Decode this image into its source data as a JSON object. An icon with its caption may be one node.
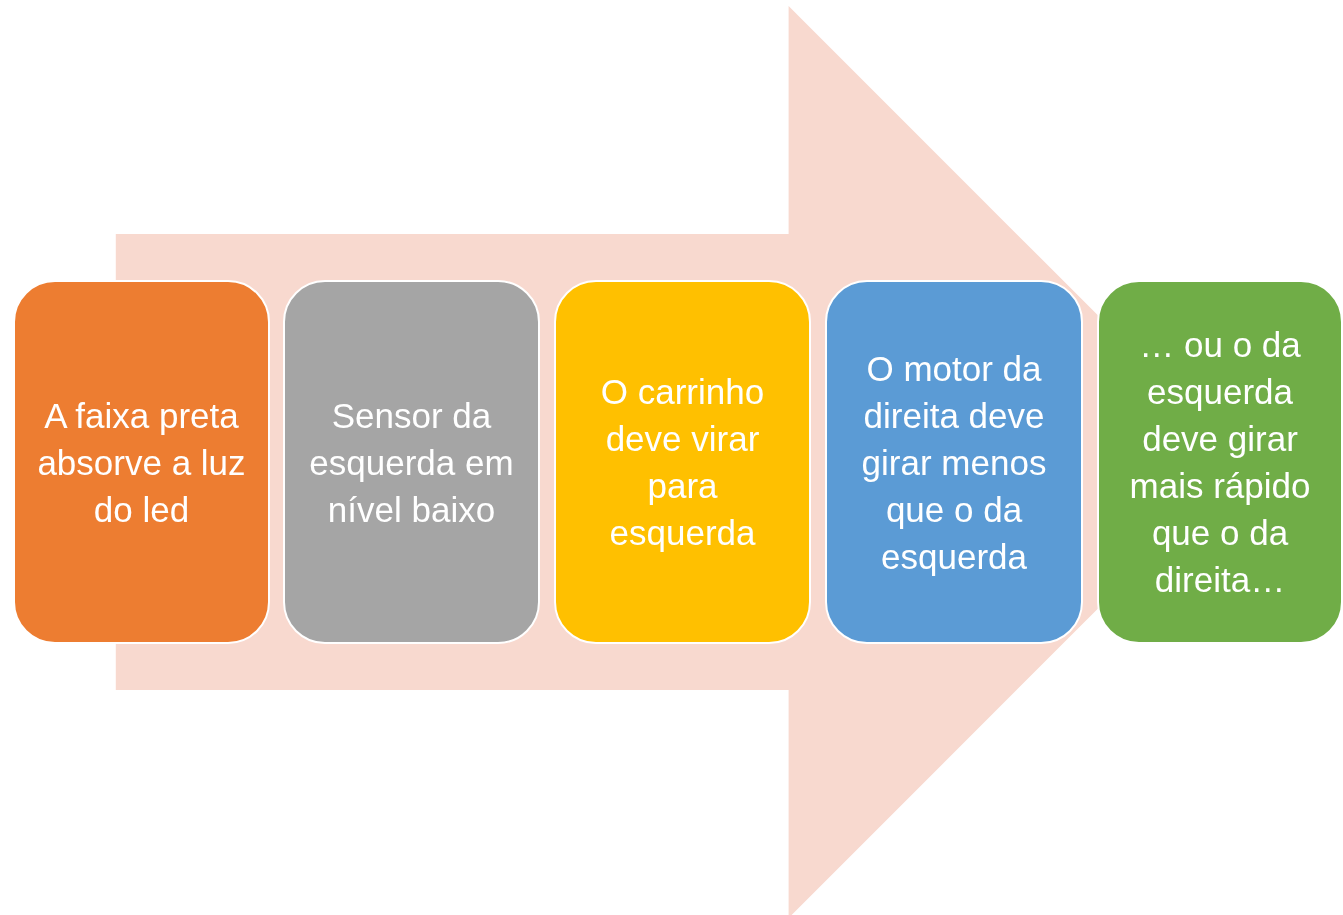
{
  "diagram": {
    "nodes": [
      {
        "text": [
          "A faixa preta absorve a luz do led"
        ]
      },
      {
        "text": [
          "Sensor da esquerda em nível baixo"
        ]
      },
      {
        "text": [
          "O carrinho deve virar para esquerda"
        ]
      },
      {
        "text": [
          "O motor da direita deve girar menos que o da esquerda"
        ]
      },
      {
        "text": [
          "… ou o da esquerda deve girar mais rápido que o da direita…"
        ]
      }
    ],
    "edges": [
      {
        "from": 0,
        "to": 4,
        "arrow": "to",
        "style": "thick"
      }
    ]
  }
}
